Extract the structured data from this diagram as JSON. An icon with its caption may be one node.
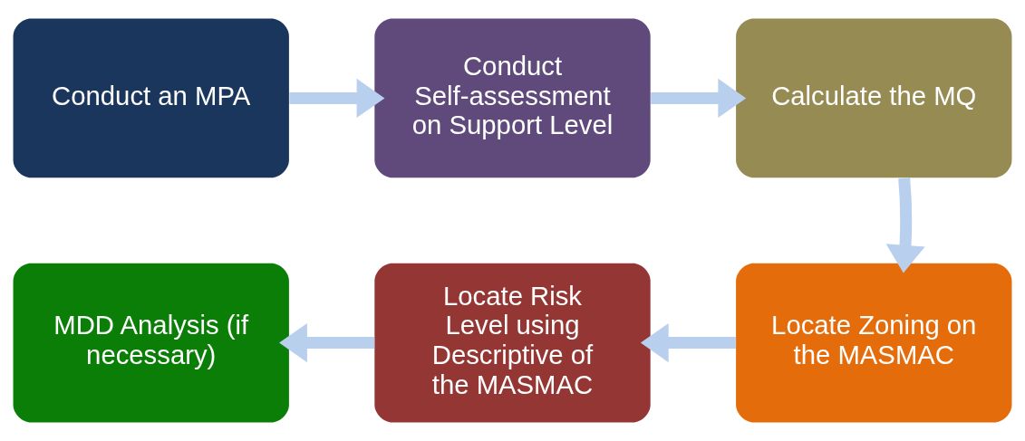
{
  "diagram": {
    "nodes": [
      {
        "text": [
          "Conduct an MPA"
        ]
      },
      {
        "text": [
          "Conduct Self-assessment on Support Level"
        ]
      },
      {
        "text": [
          "Calculate the MQ"
        ]
      },
      {
        "text": [
          "Locate Zoning on the MASMAC"
        ]
      },
      {
        "text": [
          "Locate Risk Level using Descriptive of the MASMAC"
        ]
      },
      {
        "text": [
          "MDD Analysis (if necessary)"
        ]
      }
    ],
    "edges": [
      {
        "from": 0,
        "to": 1,
        "arrow": "to"
      },
      {
        "from": 1,
        "to": 2,
        "arrow": "to"
      },
      {
        "from": 2,
        "to": 3,
        "arrow": "to"
      },
      {
        "from": 3,
        "to": 4,
        "arrow": "to"
      },
      {
        "from": 4,
        "to": 5,
        "arrow": "to"
      }
    ]
  }
}
